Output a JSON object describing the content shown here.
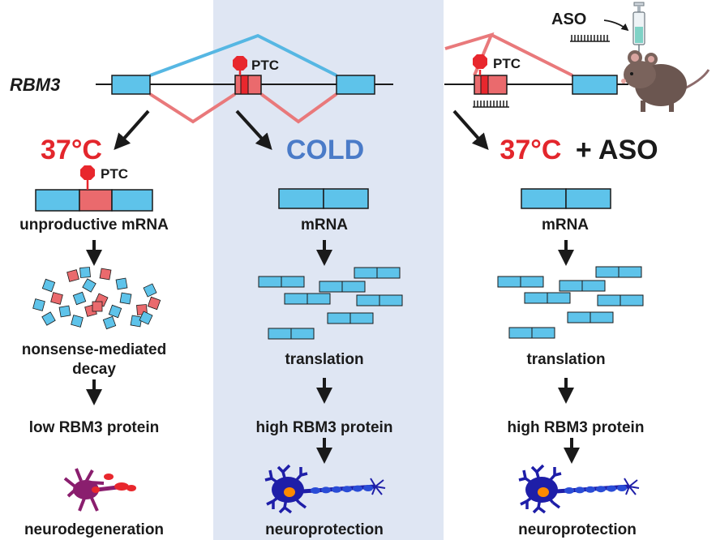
{
  "gene_label": "RBM3",
  "ptc_label": "PTC",
  "aso_label": "ASO",
  "colors": {
    "exon_blue": "#5ec3ea",
    "exon_red": "#ea6a6d",
    "ptc_red": "#e8272d",
    "splice_blue": "#56b7e3",
    "splice_red": "#e9797b",
    "heading_red": "#e3262c",
    "heading_blue": "#4a7bc8",
    "panel_bg": "#dfe6f3",
    "arrow": "#1a1a1a",
    "neuron_blue": "#1e1ea8",
    "neuron_nucleus": "#ff8a00",
    "degen_purple": "#8a1e6e"
  },
  "columns": {
    "left": {
      "heading_temp": "37°C",
      "mrna_label": "unproductive mRNA",
      "step2_line1": "nonsense-mediated",
      "step2_line2": "decay",
      "protein_label": "low RBM3 protein",
      "outcome_label": "neurodegeneration"
    },
    "middle": {
      "heading": "COLD",
      "mrna_label": "mRNA",
      "step2_label": "translation",
      "protein_label": "high RBM3 protein",
      "outcome_label": "neuroprotection"
    },
    "right": {
      "heading_temp": "37°C",
      "heading_plus": "+ ASO",
      "mrna_label": "mRNA",
      "step2_label": "translation",
      "protein_label": "high RBM3 protein",
      "outcome_label": "neuroprotection"
    }
  }
}
